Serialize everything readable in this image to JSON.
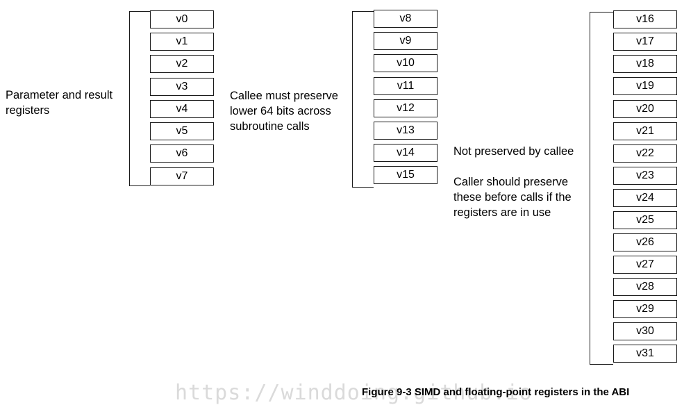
{
  "groups": [
    {
      "description": "Parameter and result\nregisters",
      "registers": [
        "v0",
        "v1",
        "v2",
        "v3",
        "v4",
        "v5",
        "v6",
        "v7"
      ]
    },
    {
      "description": "Callee must preserve\nlower 64 bits across\nsubroutine calls",
      "registers": [
        "v8",
        "v9",
        "v10",
        "v11",
        "v12",
        "v13",
        "v14",
        "v15"
      ]
    },
    {
      "description_title": "Not preserved by callee",
      "description": "Caller should preserve\nthese before calls if the\nregisters are in use",
      "registers": [
        "v16",
        "v17",
        "v18",
        "v19",
        "v20",
        "v21",
        "v22",
        "v23",
        "v24",
        "v25",
        "v26",
        "v27",
        "v28",
        "v29",
        "v30",
        "v31"
      ]
    }
  ],
  "caption": "Figure 9-3 SIMD and floating-point registers in the ABI",
  "watermark": "https://winddoing.github.io"
}
